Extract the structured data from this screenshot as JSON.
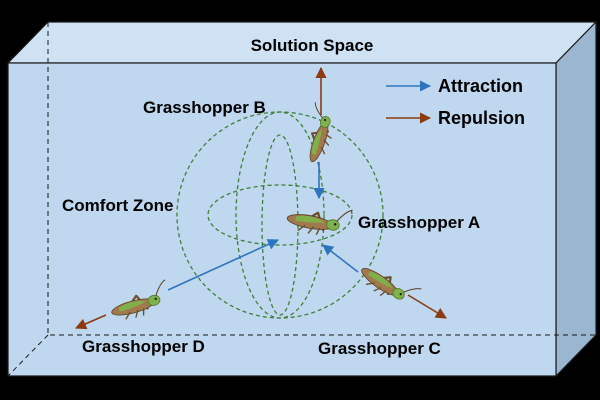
{
  "title": "Solution Space",
  "comfort_zone_label": "Comfort Zone",
  "legend": {
    "attraction": "Attraction",
    "repulsion": "Repulsion"
  },
  "grasshoppers": {
    "a": "Grasshopper A",
    "b": "Grasshopper B",
    "c": "Grasshopper C",
    "d": "Grasshopper D"
  },
  "colors": {
    "background": "#000000",
    "box_front": "#bfd8ef",
    "box_side": "#9bb6d0",
    "box_top": "#cfe2f3",
    "box_edge": "#1a1a1a",
    "sphere": "#3f7f3a",
    "attraction": "#2e75c0",
    "repulsion": "#8b3a12",
    "insect_body": "#a07a4e",
    "insect_green": "#7fb24a"
  }
}
